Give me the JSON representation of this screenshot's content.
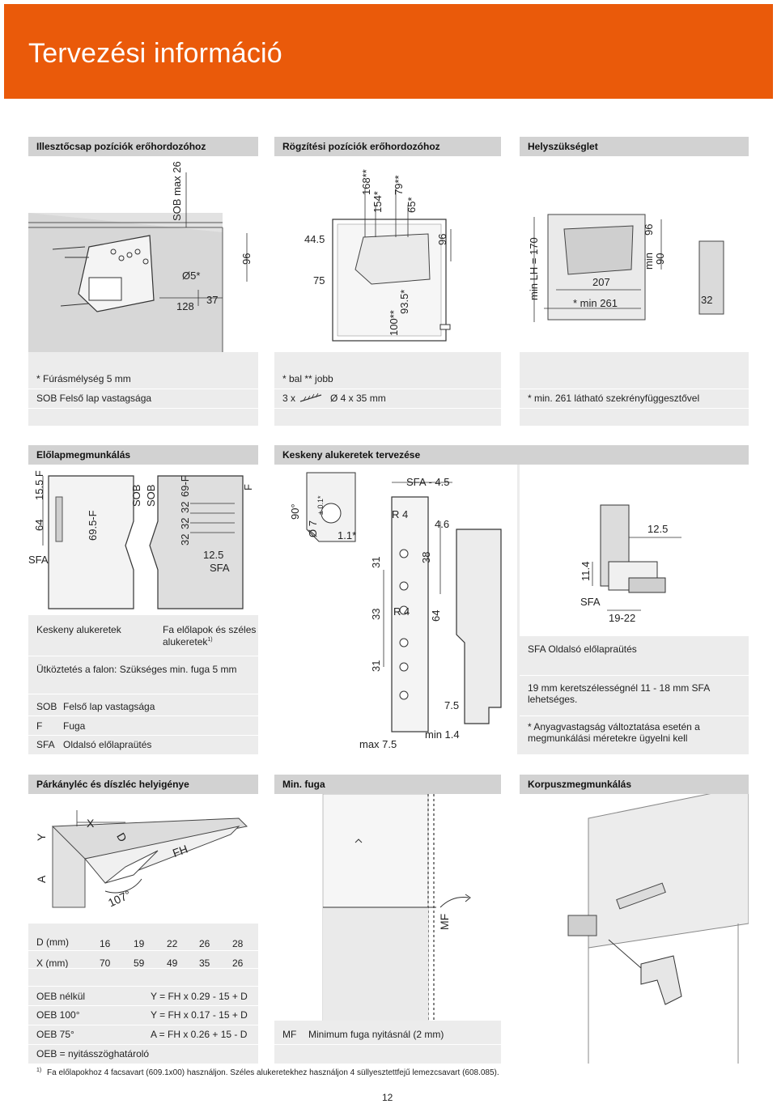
{
  "header": {
    "title": "Tervezési információ"
  },
  "row1": {
    "p1": {
      "title": "Illesztőcsap pozíciók erőhordozóhoz",
      "dims": {
        "sob": "SOB max 26",
        "d5": "Ø5*",
        "d128": "128",
        "d37": "37",
        "d96": "96"
      },
      "notes": [
        "* Fúrásmélység 5 mm",
        "SOB  Felső lap vastagsága"
      ]
    },
    "p2": {
      "title": "Rögzítési pozíciók erőhordozóhoz",
      "dims": {
        "d168": "168**",
        "d154": "154*",
        "d79": "79**",
        "d65": "65*",
        "d445": "44.5",
        "d75": "75",
        "d96": "96",
        "d100": "100**",
        "d935": "93.5*"
      },
      "notes": [
        "* bal ** jobb"
      ],
      "screw_prefix": "3 x",
      "screw_size": "Ø 4 x 35 mm"
    },
    "p3": {
      "title": "Helyszükséglet",
      "dims": {
        "minlh": "min LH = 170",
        "d207": "207",
        "min261": "* min 261",
        "d96": "96",
        "min90a": "min",
        "min90b": "90",
        "d32": "32"
      },
      "notes": [
        "* min. 261 látható szekrényfüggesztővel"
      ]
    }
  },
  "row2": {
    "p1": {
      "title": "Előlapmegmunkálás",
      "dims": {
        "d64": "64",
        "d155f": "15.5 F",
        "d695f": "69.5-F",
        "sob1": "SOB",
        "sob2": "SOB",
        "d32a": "32",
        "d32b": "32",
        "d32c": "32",
        "d69f": "69-F",
        "f": "F",
        "sfa1": "SFA",
        "d125": "12.5",
        "sfa2": "SFA"
      },
      "label_left": "Keskeny alukeretek",
      "label_right": "Fa előlapok és széles",
      "label_right2": "alukeretek",
      "label_right_sup": "1)",
      "rows": [
        {
          "k": "Ütköztetés a falon: Szükséges min. fuga 5 mm",
          "v": ""
        },
        {
          "k": "SOB",
          "v": "Felső lap vastagsága"
        },
        {
          "k": "F",
          "v": "Fuga"
        },
        {
          "k": "SFA",
          "v": "Oldalsó előlapraütés"
        }
      ]
    },
    "p2": {
      "title": "Keskeny alukeretek tervezése",
      "dims": {
        "d90": "90°",
        "d7": "Ø 7",
        "d7tol": "± 0.1*",
        "d11": "1.1*",
        "sfa45": "SFA - 4.5",
        "r4a": "R 4",
        "d46": "4.6",
        "d31a": "31",
        "d38": "38",
        "d33": "33",
        "r4b": "R 4",
        "d64": "64",
        "d31b": "31",
        "d75": "7.5",
        "min14": "min 1.4",
        "max75": "max 7.5",
        "d125": "12.5",
        "d114": "11.4",
        "sfa": "SFA",
        "d1922": "19-22"
      },
      "notes": [
        "SFA  Oldalsó előlapraütés",
        "19 mm keretszélességnél 11 - 18 mm SFA",
        "lehetséges.",
        "* Anyagvastagság változtatása esetén a",
        "megmunkálási méretekre ügyelni kell"
      ]
    }
  },
  "row3": {
    "p1": {
      "title": "Párkányléc és díszléc helyigénye",
      "dims": {
        "y": "Y",
        "x": "X",
        "d": "D",
        "a": "A",
        "fh": "FH",
        "d107": "107°"
      },
      "table_rows": [
        {
          "label": "D (mm)",
          "values": [
            "16",
            "19",
            "22",
            "26",
            "28"
          ]
        },
        {
          "label": "X (mm)",
          "values": [
            "70",
            "59",
            "49",
            "35",
            "26"
          ]
        }
      ],
      "formulas": [
        {
          "label": "OEB nélkül",
          "formula": "Y = FH x 0.29 - 15 + D"
        },
        {
          "label": "OEB 100°",
          "formula": "Y = FH x 0.17 - 15 + D"
        },
        {
          "label": "OEB 75°",
          "formula": "A = FH x 0.26 + 15 - D"
        }
      ],
      "oeb_note": "OEB = nyitásszöghatároló"
    },
    "p2": {
      "title": "Min. fuga",
      "dims": {
        "mf": "MF"
      },
      "mf_key": "MF",
      "mf_text": "Minimum fuga nyitásnál (2 mm)"
    },
    "p3": {
      "title": "Korpuszmegmunkálás"
    }
  },
  "footnote": {
    "sup": "1)",
    "text": "Fa előlapokhoz 4 facsavart (609.1x00) használjon. Széles alukeretekhez használjon 4 süllyesztettfejű lemezcsavart (608.085)."
  },
  "page_number": "12"
}
